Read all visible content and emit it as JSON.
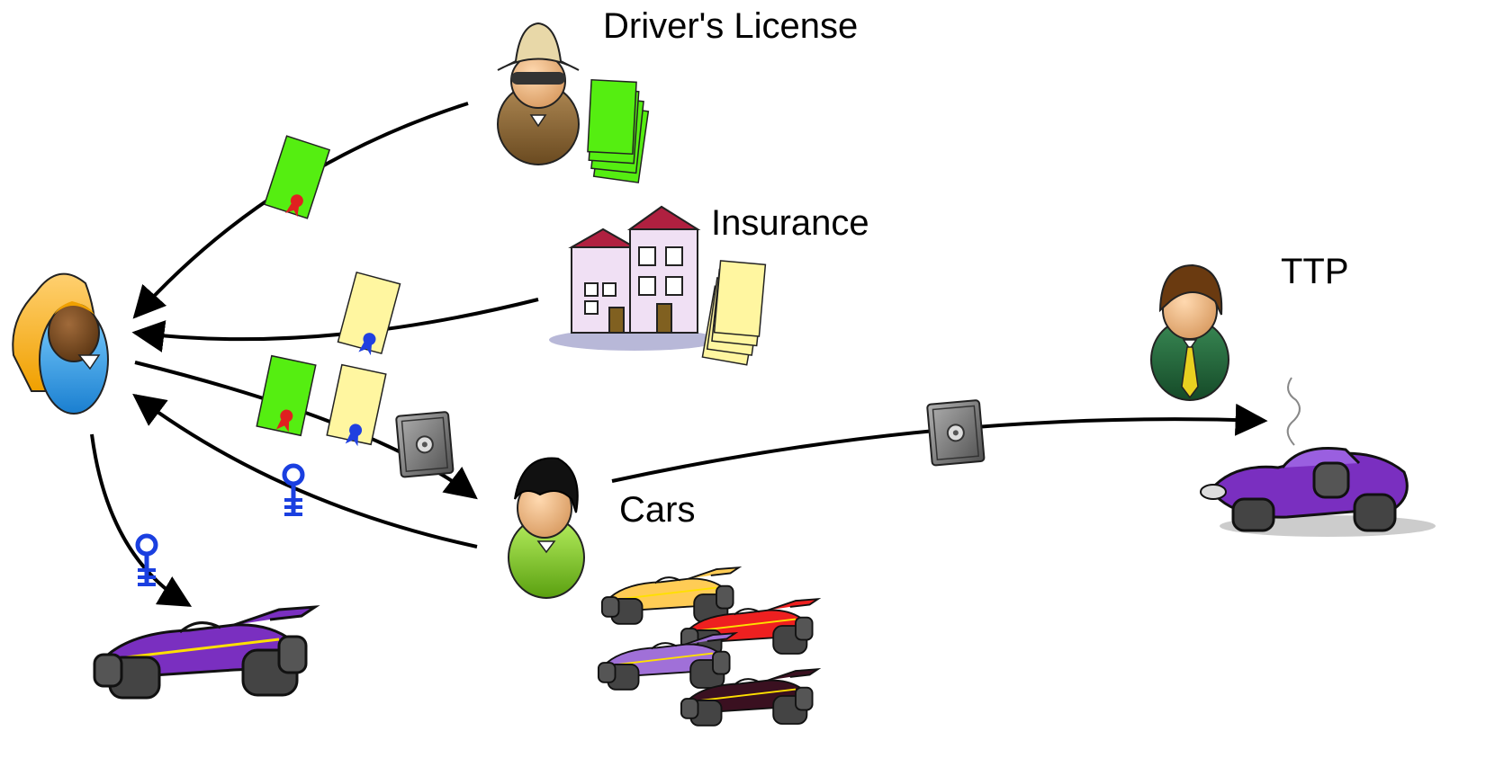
{
  "labels": {
    "drivers_license": "Driver's License",
    "insurance": "Insurance",
    "ttp": "TTP",
    "cars": "Cars"
  },
  "colors": {
    "license_cert": "#55ee11",
    "insurance_cert": "#fff6a0",
    "key": "#1a3fe0",
    "arrow": "#000000",
    "seal_red": "#e02020",
    "seal_blue": "#2040e0",
    "purple_car": "#7a2fc0"
  },
  "icons": {
    "user": "person-woman-icon",
    "license_authority": "person-hat-icon",
    "insurance_company": "building-icon",
    "car_dealer": "person-black-hair-icon",
    "ttp": "person-tie-icon",
    "safe": "safe-icon",
    "key": "key-icon",
    "car": "race-car-icon",
    "crashed_car": "crashed-car-icon"
  }
}
